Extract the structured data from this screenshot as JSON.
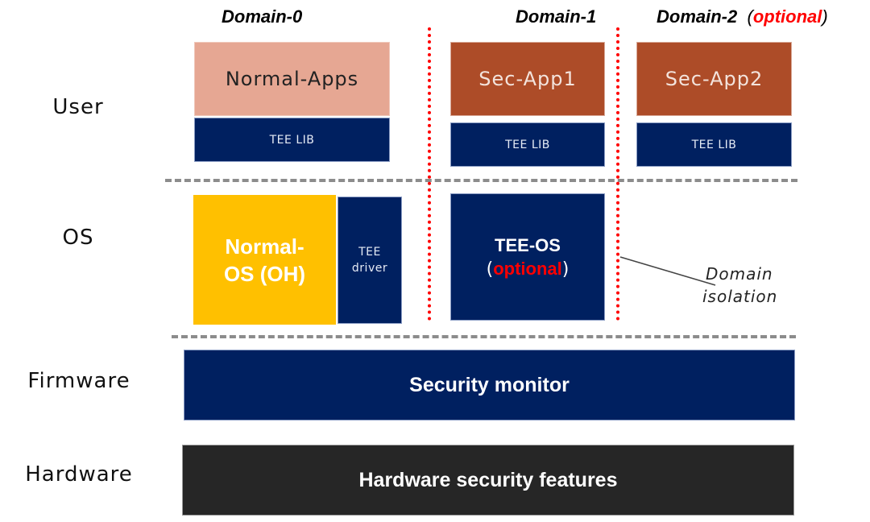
{
  "diagram": {
    "domains": [
      {
        "label": "Domain-0",
        "suffix": ""
      },
      {
        "label": "Domain-1",
        "suffix": ""
      },
      {
        "label": "Domain-2",
        "suffix_open": "(",
        "suffix": "optional",
        "suffix_close": ")"
      }
    ],
    "layers": [
      "User",
      "OS",
      "Firmware",
      "Hardware"
    ],
    "user_layer": {
      "normal_apps": "Normal-Apps",
      "sec_app1": "Sec-App1",
      "sec_app2": "Sec-App2",
      "tee_lib": "TEE LIB"
    },
    "os_layer": {
      "normal_os_line1": "Normal-",
      "normal_os_line2": "OS (OH)",
      "tee_driver_line1": "TEE",
      "tee_driver_line2": "driver",
      "tee_os_title": "TEE-OS",
      "tee_os_open": "(",
      "tee_os_optional": "optional",
      "tee_os_close": ")"
    },
    "firmware_layer": {
      "security_monitor": "Security monitor"
    },
    "hardware_layer": {
      "hardware_features": "Hardware security features"
    },
    "annotation": {
      "line1": "Domain",
      "line2": "isolation"
    },
    "colors": {
      "normal_apps": "#E6A793",
      "sec_app": "#AD4C28",
      "navy": "#002060",
      "normal_os": "#FFC000",
      "hardware": "#262626",
      "isolation_line": "#FF0000",
      "layer_separator": "#8C8C8C",
      "optional_text": "#FF0000"
    }
  }
}
